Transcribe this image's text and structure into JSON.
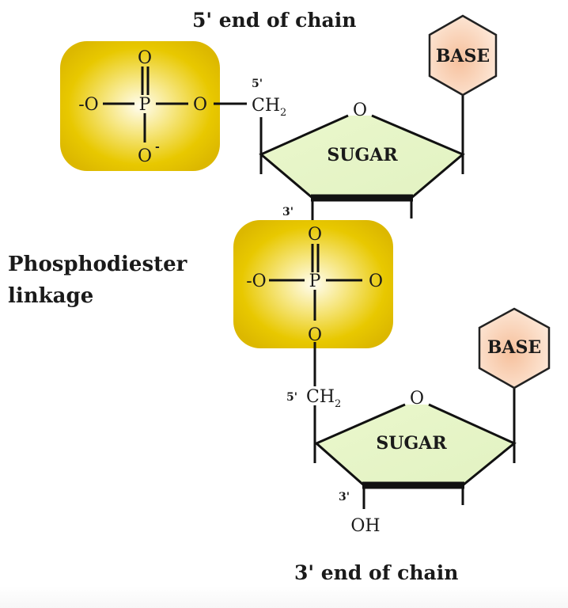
{
  "diagram": {
    "title_top": "5' end of chain",
    "title_bottom": "3' end of chain",
    "side_label": {
      "line1": "Phosphodiester",
      "line2": "linkage"
    },
    "colors": {
      "phosphate_fill": "#e8c800",
      "phosphate_center": "#fffbe0",
      "sugar_fill": "#e6f5c8",
      "base_fill": "#f7c8a8",
      "base_center": "#fdeee0",
      "line": "#111111"
    },
    "phosphate_top": {
      "p": "P",
      "o_double": "O",
      "o_left": "-O",
      "o_right": "O",
      "o_bottom": "O",
      "o_bottom_charge": "-"
    },
    "phosphate_middle": {
      "p": "P",
      "o_double": "O",
      "o_left": "-O",
      "o_right": "O",
      "o_bottom": "O"
    },
    "nucleotide_top": {
      "c5_label": "5'",
      "ch2": "CH",
      "ch2_sub": "2",
      "ring_oxygen": "O",
      "sugar": "SUGAR",
      "base": "BASE",
      "c3_label": "3'"
    },
    "nucleotide_bottom": {
      "c5_label": "5'",
      "ch2": "CH",
      "ch2_sub": "2",
      "ring_oxygen": "O",
      "sugar": "SUGAR",
      "base": "BASE",
      "c3_label": "3'",
      "oh": "OH"
    }
  }
}
